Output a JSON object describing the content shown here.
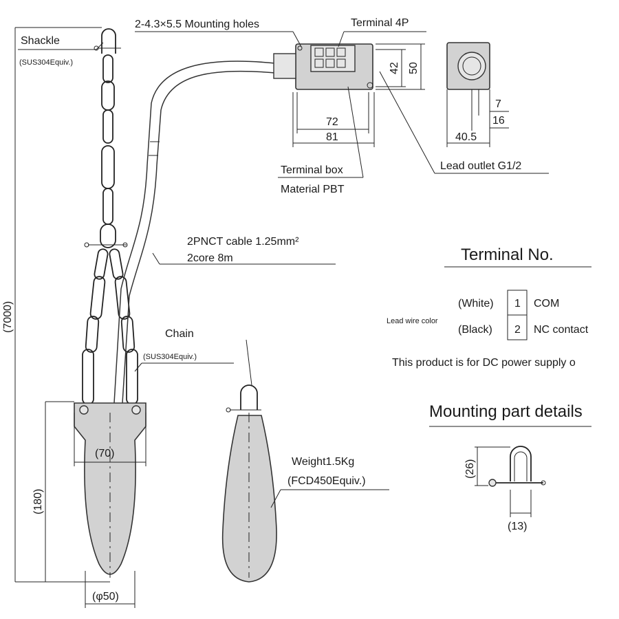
{
  "labels": {
    "shackle": "Shackle",
    "shackle_material": "(SUS304Equiv.)",
    "mounting_holes": "2-4.3×5.5 Mounting holes",
    "terminal_4p": "Terminal 4P",
    "terminal_box": "Terminal box",
    "material_pbt": "Material PBT",
    "lead_outlet": "Lead outlet G1/2",
    "cable_line1": "2PNCT cable 1.25mm²",
    "cable_line2": "2core 8m",
    "chain": "Chain",
    "chain_material": "(SUS304Equiv.)",
    "weight_line1": "Weight1.5Kg",
    "weight_line2": "(FCD450Equiv.)"
  },
  "dimensions": {
    "box_height_inner": "42",
    "box_height_outer": "50",
    "box_width_inner": "72",
    "box_width_outer": "81",
    "side_small": "7",
    "side_mid": "16",
    "side_width": "40.5",
    "total_length": "(7000)",
    "weight_length": "(180)",
    "weight_width": "(70)",
    "weight_diameter": "(φ50)",
    "shackle_height": "(26)",
    "shackle_width": "(13)"
  },
  "terminal_table": {
    "title": "Terminal No.",
    "lead_wire_color_label": "Lead wire color",
    "rows": [
      {
        "color": "(White)",
        "number": "1",
        "function": "COM"
      },
      {
        "color": "(Black)",
        "number": "2",
        "function": "NC contact"
      }
    ],
    "note": "This product is for DC power supply o"
  },
  "mounting_title": "Mounting part details"
}
